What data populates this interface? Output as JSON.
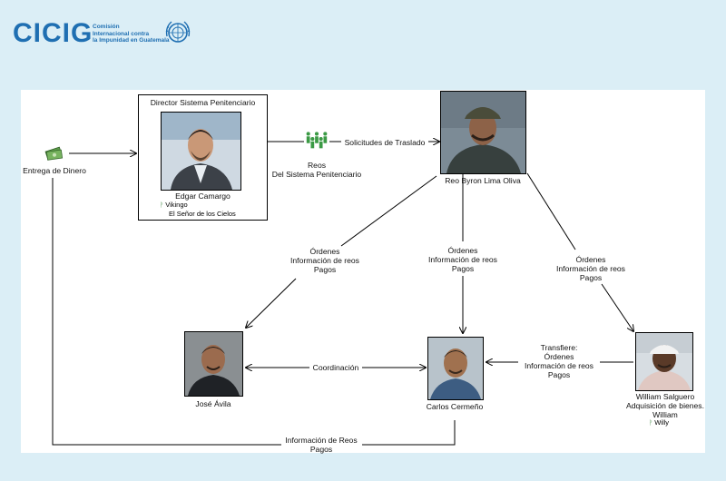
{
  "header": {
    "logo_text": "CICIG",
    "logo_sub": [
      "Comisión",
      "Internacional contra",
      "la Impunidad en Guatemala"
    ],
    "emblem": "un-emblem"
  },
  "diagram": {
    "nodes": {
      "money": {
        "label": "Entrega de Dinero",
        "icon": "money-icon"
      },
      "director": {
        "title": "Director Sistema Penitenciario",
        "name": "Edgar Camargo",
        "aliases": [
          "Vikingo",
          "El Señor de los Cielos"
        ]
      },
      "reos": {
        "label": [
          "Reos",
          "Del Sistema Penitenciario"
        ],
        "icon": "people-group-icon"
      },
      "byron": {
        "name": "Reo Byron Lima Oliva"
      },
      "jose": {
        "name": "José Ávila"
      },
      "carlos": {
        "name": "Carlos Cermeño"
      },
      "william": {
        "name": [
          "William Salguero",
          "Adquisición de bienes.",
          "William"
        ],
        "alias": "Willy"
      }
    },
    "edges": {
      "solicitudes": "Solicitudes de Traslado",
      "byron_jose": [
        "Órdenes",
        "Información de reos",
        "Pagos"
      ],
      "byron_carlos": [
        "Órdenes",
        "Información de reos",
        "Pagos"
      ],
      "byron_william": [
        "Órdenes",
        "Información de reos",
        "Pagos"
      ],
      "coordinacion": "Coordinación",
      "william_carlos": [
        "Transfiere:",
        "Órdenes",
        "Información de reos",
        "Pagos"
      ],
      "carlos_money": [
        "Información de Reos",
        "Pagos"
      ]
    },
    "colors": {
      "line": "#000000",
      "alias_icon": "#2e7d32",
      "brand": "#1f6fb2",
      "background": "#dbeef6"
    }
  }
}
